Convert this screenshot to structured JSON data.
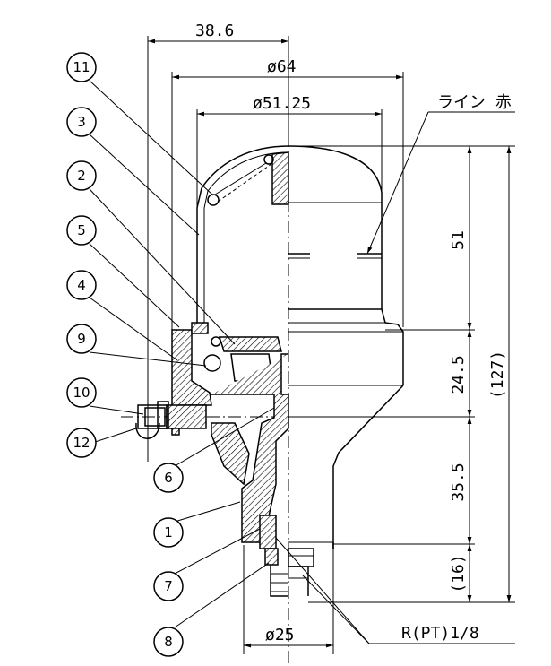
{
  "dimensions": {
    "offset": "38.6",
    "outer_diameter": "ø64",
    "inner_diameter": "ø51.25",
    "dome_height": "51",
    "mid_height": "24.5",
    "lower_height": "35.5",
    "thread_height": "(16)",
    "total_height": "(127)",
    "base_diameter": "ø25"
  },
  "annotations": {
    "line_note": "ライン 赤",
    "thread_spec": "R(PT)1/8"
  },
  "callouts": [
    "11",
    "3",
    "2",
    "5",
    "4",
    "9",
    "10",
    "12",
    "6",
    "1",
    "7",
    "8"
  ]
}
